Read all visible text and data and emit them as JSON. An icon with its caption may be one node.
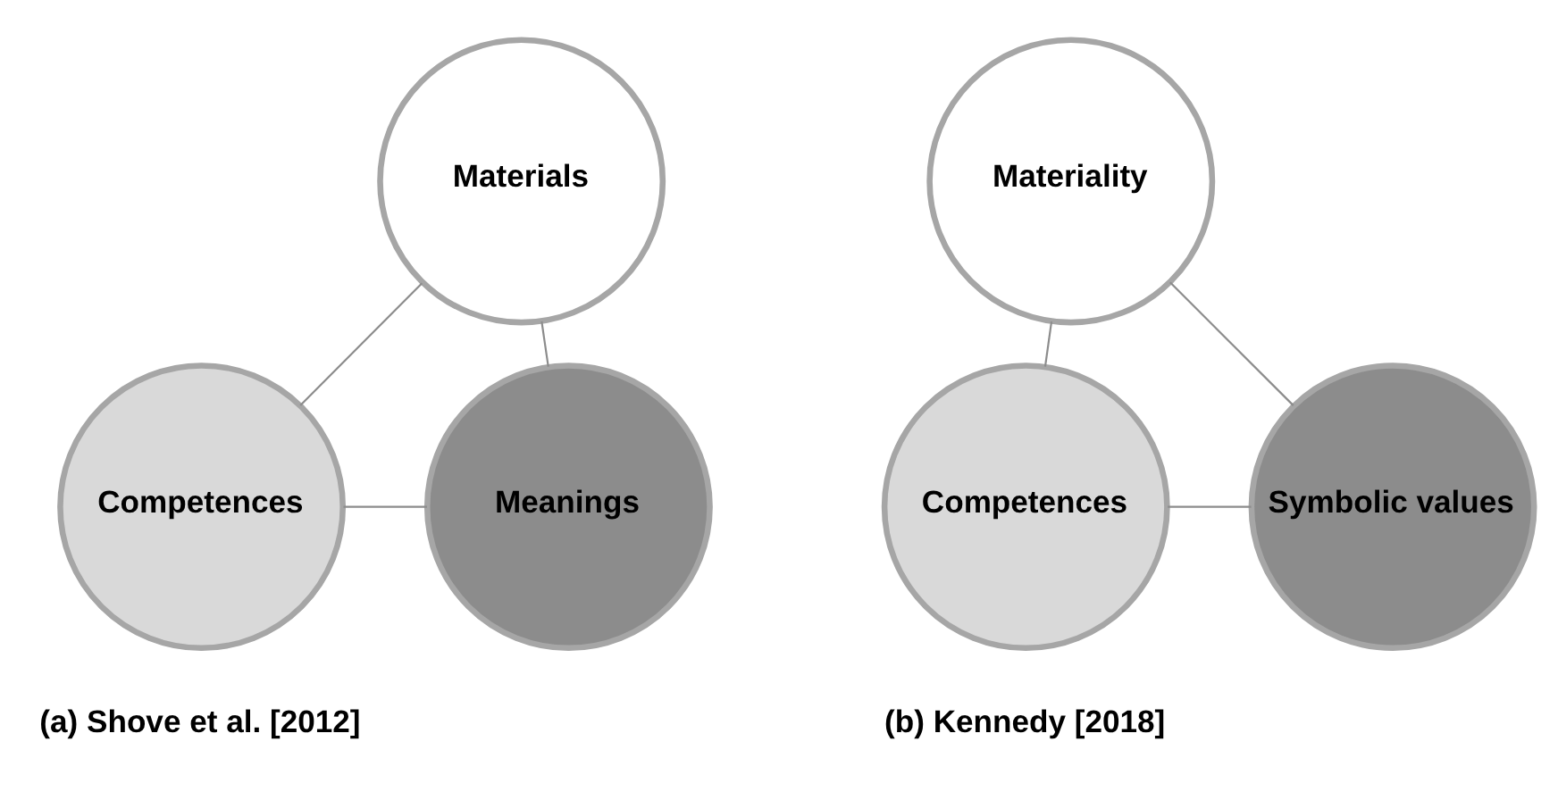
{
  "diagram": {
    "nodes": [
      {
        "text": [
          "Materials"
        ]
      },
      {
        "text": [
          "Competences"
        ]
      },
      {
        "text": [
          "Meanings"
        ]
      },
      {
        "text": [
          "Materiality"
        ]
      },
      {
        "text": [
          "Competences"
        ]
      },
      {
        "text": [
          "Symbolic values"
        ]
      }
    ],
    "edges": [
      {
        "from": 0,
        "to": 1,
        "arrow": "none"
      },
      {
        "from": 1,
        "to": 2,
        "arrow": "none"
      },
      {
        "from": 2,
        "to": 0,
        "arrow": "none"
      },
      {
        "from": 3,
        "to": 4,
        "arrow": "none"
      },
      {
        "from": 4,
        "to": 5,
        "arrow": "none"
      },
      {
        "from": 5,
        "to": 3,
        "arrow": "none"
      }
    ],
    "labels": [
      "(a) Shove et al. [2012]",
      "(b) Kennedy [2018]"
    ]
  }
}
